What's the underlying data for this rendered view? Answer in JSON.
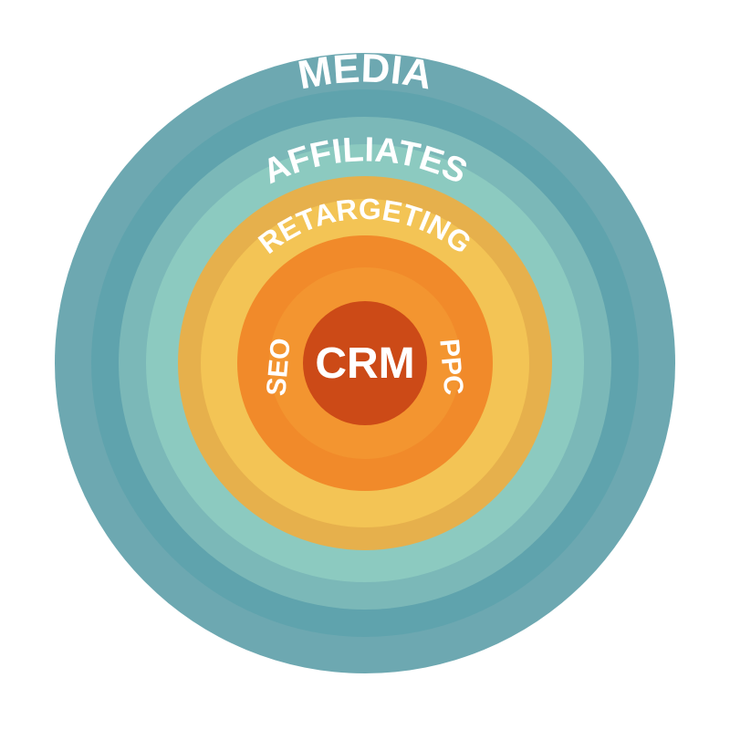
{
  "diagram": {
    "center": {
      "label": "CRM",
      "color": "#cc4a17"
    },
    "rings": [
      {
        "label": "MEDIA",
        "colors": [
          "#6da8b1",
          "#5fa3ad"
        ]
      },
      {
        "label": "AFFILIATES",
        "colors": [
          "#7bb8b8",
          "#8ccac0"
        ]
      },
      {
        "label": "RETARGETING",
        "colors": [
          "#e6b04c",
          "#f3c455"
        ]
      },
      {
        "label": "SEO / PPC",
        "colors": [
          "#f18a2a",
          "#f39530"
        ]
      }
    ],
    "side_labels": {
      "left": "SEO",
      "right": "PPC"
    },
    "background": "#ffffff"
  }
}
